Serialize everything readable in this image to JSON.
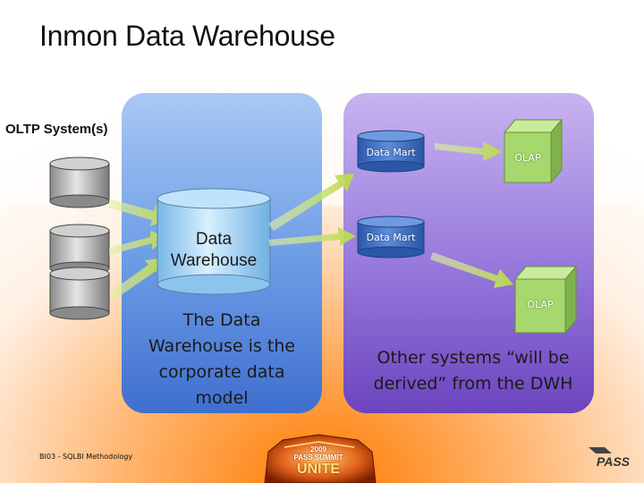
{
  "title": "Inmon Data Warehouse",
  "oltp_label": "OLTP System(s)",
  "data_warehouse_label": "Data\nWarehouse",
  "dwh_caption": "The Data Warehouse is the corporate data model",
  "data_marts": [
    {
      "label": "Data Mart"
    },
    {
      "label": "Data Mart"
    }
  ],
  "olap_cubes": [
    {
      "label": "OLAP"
    },
    {
      "label": "OLAP"
    }
  ],
  "derived_caption": "Other systems “will be derived” from the DWH",
  "footer": "BI03 - SQLBI Methodology",
  "event_logo": {
    "year": "2009",
    "name": "PASS SUMMIT",
    "tag": "UNITE"
  },
  "org_logo": "PASS",
  "colors": {
    "blue_panel": "#5b8fe0",
    "purple_panel": "#8a66d6",
    "arrow": "#c8df6a",
    "olap_cube": "#9fd36a",
    "data_mart": "#3d6fc0"
  }
}
